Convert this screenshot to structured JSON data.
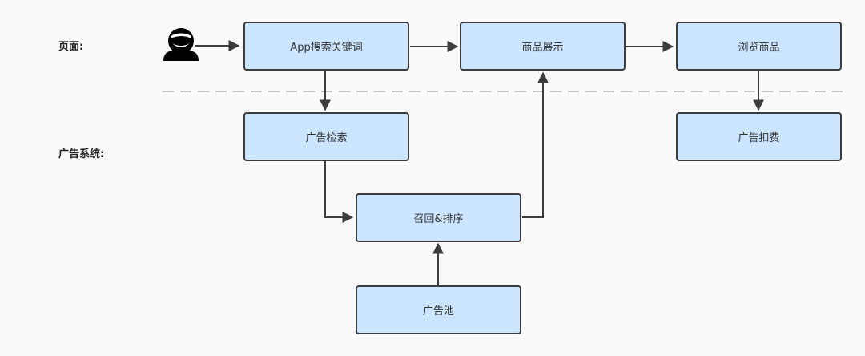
{
  "rows": {
    "page": "页面:",
    "ad_system": "广告系统:"
  },
  "nodes": {
    "app_search": "App搜索关键词",
    "product_display": "商品展示",
    "browse_products": "浏览商品",
    "ad_retrieval": "广告检索",
    "recall_rank": "召回&排序",
    "ad_pool": "广告池",
    "ad_billing": "广告扣费"
  },
  "colors": {
    "node_fill": "#cce5ff",
    "node_border": "#3d3d3d",
    "edge": "#3d3d3d",
    "divider": "#b0b0b0"
  },
  "icons": {
    "user": "user-icon"
  }
}
